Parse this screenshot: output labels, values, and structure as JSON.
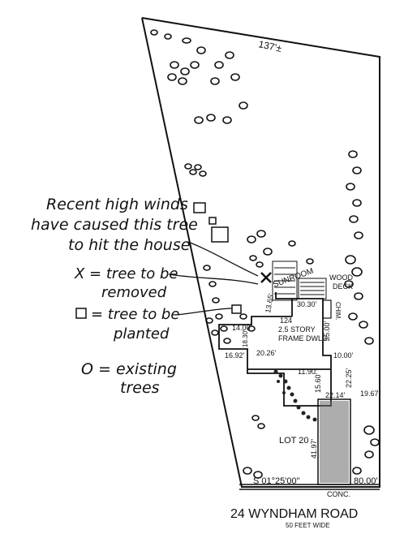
{
  "notes": {
    "lot_width_top": "137'±",
    "wind_note": [
      "Recent high winds",
      "have caused this tree",
      "to hit the house"
    ],
    "x_legend": [
      "X = tree to be",
      "removed"
    ],
    "square_legend": [
      "= tree to be",
      "planted"
    ],
    "circle_legend": [
      "O = existing",
      "trees"
    ]
  },
  "building": {
    "house_number": "124",
    "story": "2.5 STORY",
    "type": "FRAME DWLG.",
    "sunroom": "SUNROOM",
    "wood_deck": [
      "WOOD",
      "DECK"
    ],
    "chimney": "CHIM."
  },
  "dimensions": {
    "d_13_65": "13.65'",
    "d_30_30": "30.30'",
    "d_14_00": "14.00'",
    "d_18_30": "18.30'",
    "d_35_00": "35.00'",
    "d_10_00": "10.00'",
    "d_16_92": "16.92'",
    "d_20_26": "20.26'",
    "d_11_90": "11.90'",
    "d_15_60": "15.60'",
    "d_22_25": "22.25'",
    "d_22_14": "22.14'",
    "d_19_67": "19.67'",
    "d_41_97": "41.97'",
    "bearing": "S 01°25'00\"",
    "frontage": "80.00'",
    "walk": "CONC."
  },
  "lot": {
    "label": "LOT 20"
  },
  "road": {
    "name": "24 WYNDHAM ROAD",
    "width": "50 FEET WIDE"
  }
}
